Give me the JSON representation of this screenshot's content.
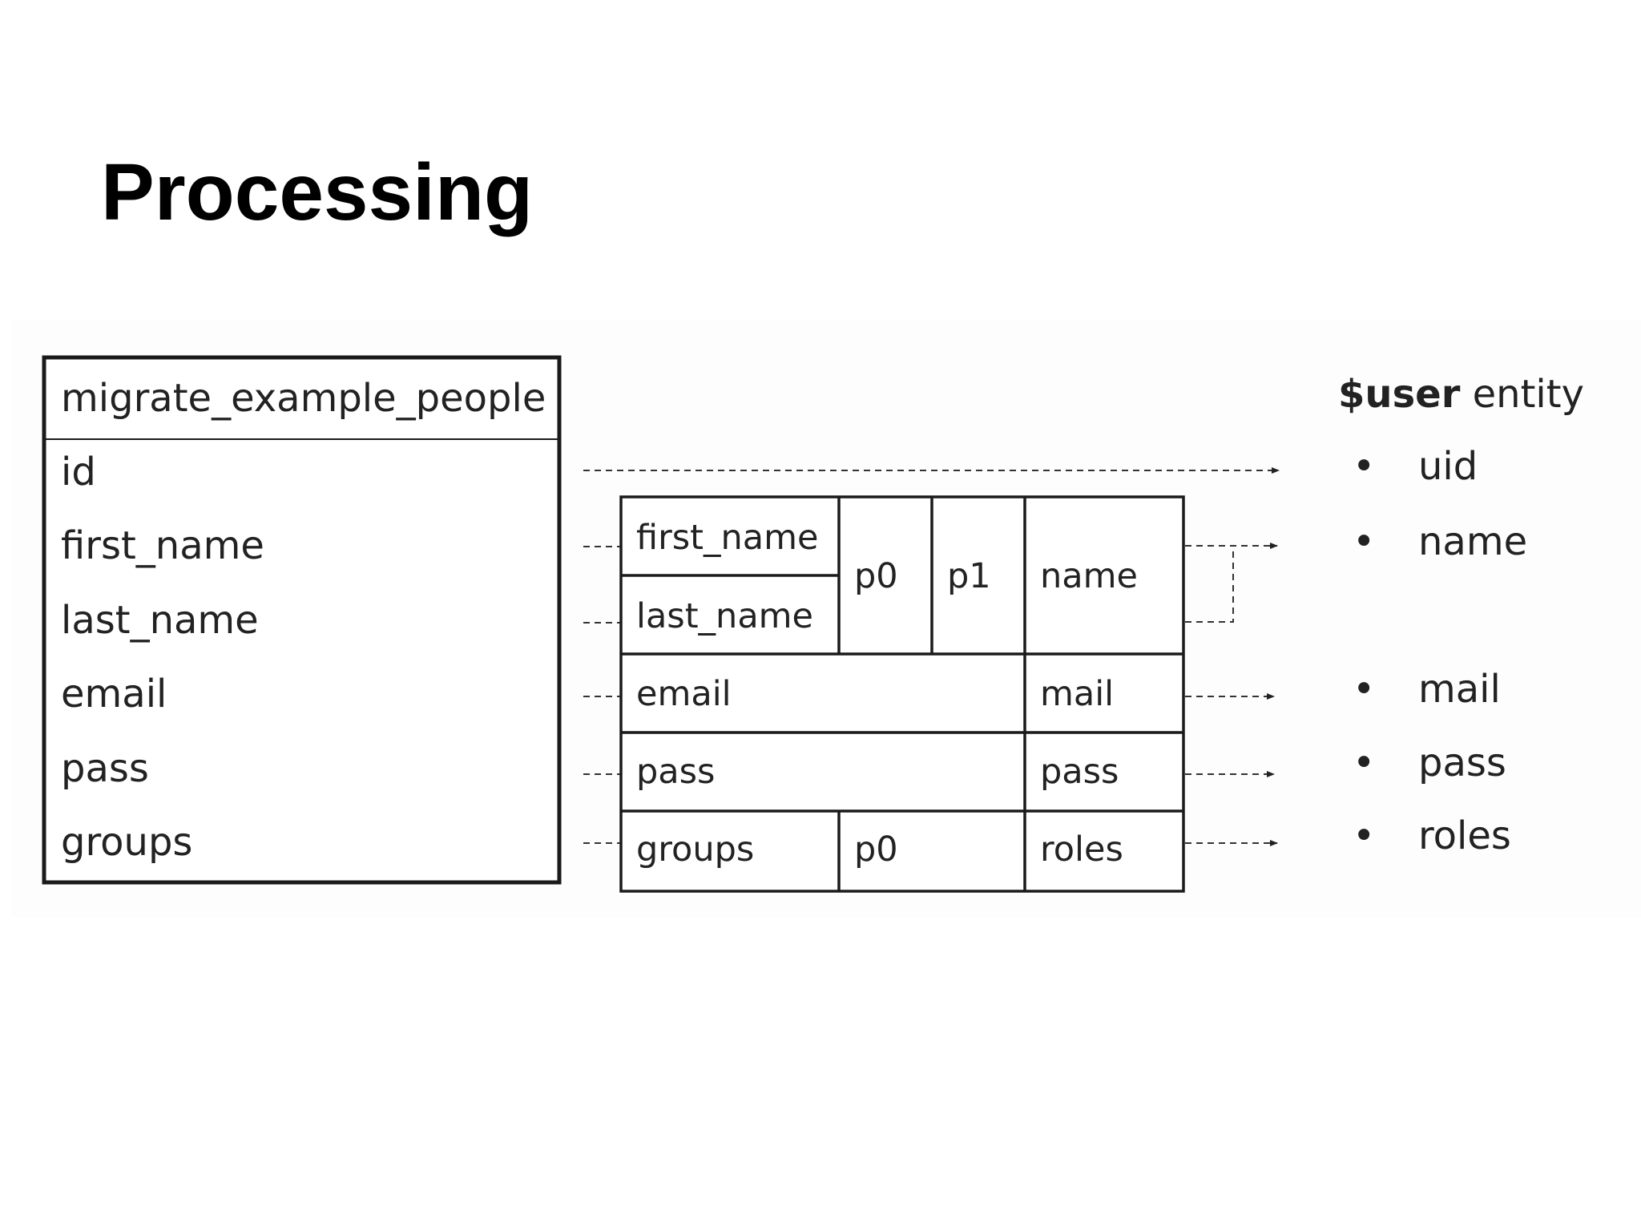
{
  "title": "Processing",
  "source_table": {
    "name": "migrate_example_people",
    "fields": [
      "id",
      "first_name",
      "last_name",
      "email",
      "pass",
      "groups"
    ]
  },
  "mapping": {
    "first_name": "first_name",
    "last_name": "last_name",
    "p0": "p0",
    "p1": "p1",
    "name": "name",
    "email": "email",
    "mail": "mail",
    "pass_source": "pass",
    "pass_dest": "pass",
    "groups": "groups",
    "groups_p0": "p0",
    "roles": "roles"
  },
  "entity": {
    "title_bold": "$user",
    "title_rest": " entity",
    "bullet": "•",
    "fields": [
      "uid",
      "name",
      "mail",
      "pass",
      "roles"
    ]
  },
  "colors": {
    "line": "#1a1a1a",
    "text": "#222222",
    "title": "#000000"
  }
}
